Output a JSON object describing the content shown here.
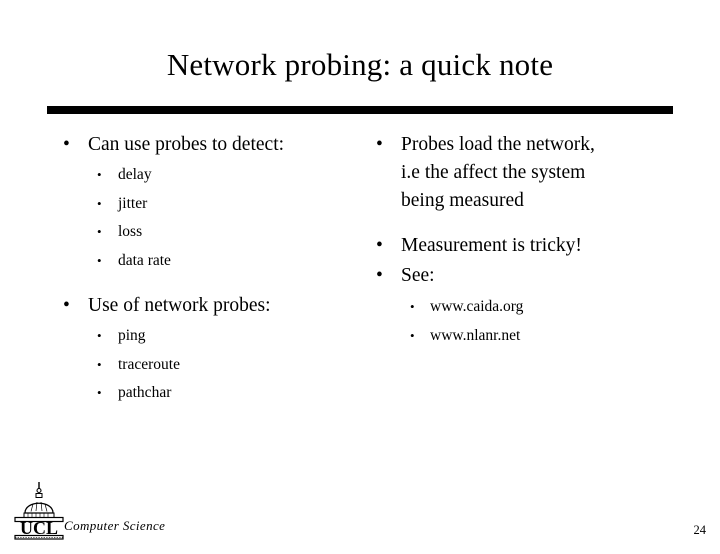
{
  "slide": {
    "title": "Network probing: a quick note",
    "page_number": "24",
    "rule_color": "#000000",
    "background_color": "#ffffff",
    "text_color": "#000000",
    "bullet_glyph": "•"
  },
  "left_column": {
    "heading1": "Can use probes to detect:",
    "sub1": [
      {
        "label": "delay"
      },
      {
        "label": "jitter"
      },
      {
        "label": "loss"
      },
      {
        "label": "data rate"
      }
    ],
    "heading2": "Use of network probes:",
    "sub2": [
      {
        "label": "ping"
      },
      {
        "label": "traceroute"
      },
      {
        "label": "pathchar"
      }
    ]
  },
  "right_column": {
    "item1_line1": "Probes load the network,",
    "item1_line2": "i.e the affect the system",
    "item1_line3": "being measured",
    "item2": "Measurement is tricky!",
    "item3": "See:",
    "links": [
      {
        "label": "www.caida.org"
      },
      {
        "label": "www.nlanr.net"
      }
    ]
  },
  "footer": {
    "logo_label": "UCL",
    "department": "Computer Science"
  }
}
